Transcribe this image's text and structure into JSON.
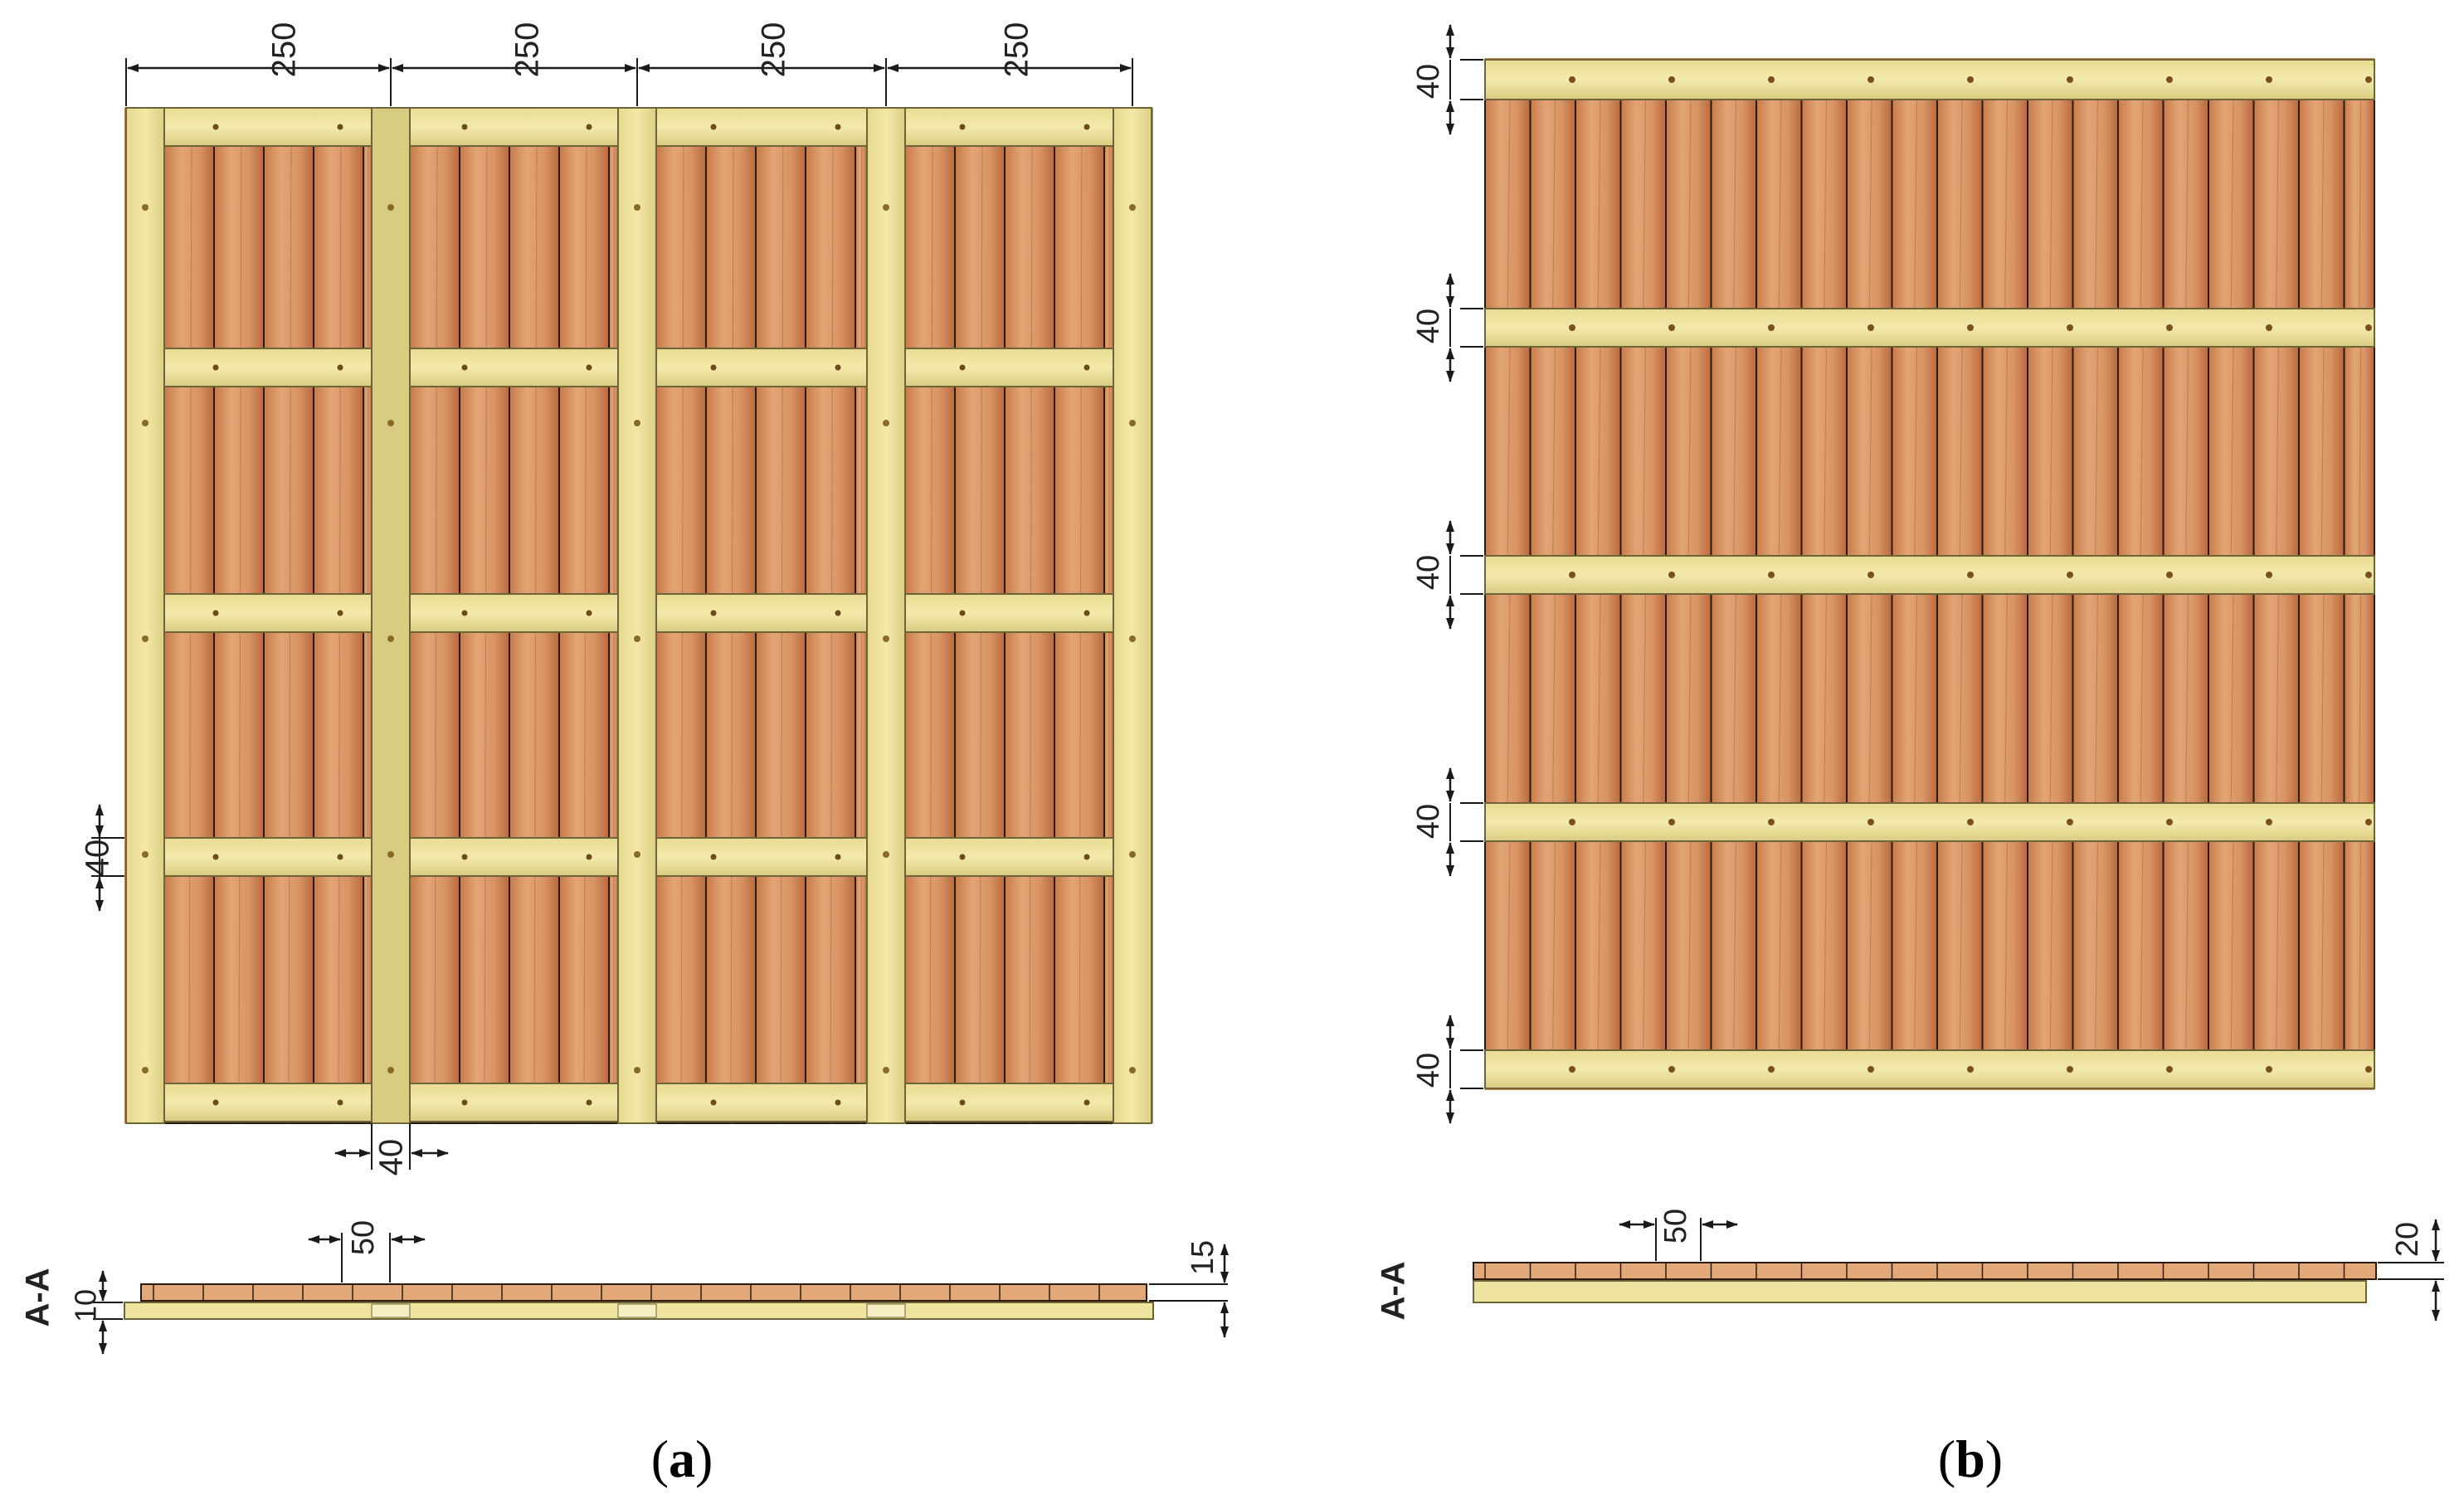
{
  "colors": {
    "board_light": "#e3a877",
    "board_dark": "#b9693d",
    "board_line": "#2b1a0e",
    "batten": "#eee39f",
    "batten_shade": "#d8cc80",
    "batten_edge": "#6d6538",
    "dim_line": "#1a1a1a",
    "dim_text": "#222222"
  },
  "panel_a": {
    "caption_letter": "a",
    "dimensions": {
      "top_spacing": [
        "250",
        "250",
        "250",
        "250"
      ],
      "rail_thickness": "40",
      "post_thickness": "40"
    },
    "section": {
      "label": "A-A",
      "board_width": "50",
      "board_thickness": "15",
      "batten_thickness": "10"
    }
  },
  "panel_b": {
    "caption_letter": "b",
    "dimensions": {
      "rail_thickness": [
        "40",
        "40",
        "40",
        "40",
        "40"
      ]
    },
    "section": {
      "label": "A-A",
      "board_width": "50",
      "thickness": "20"
    }
  }
}
